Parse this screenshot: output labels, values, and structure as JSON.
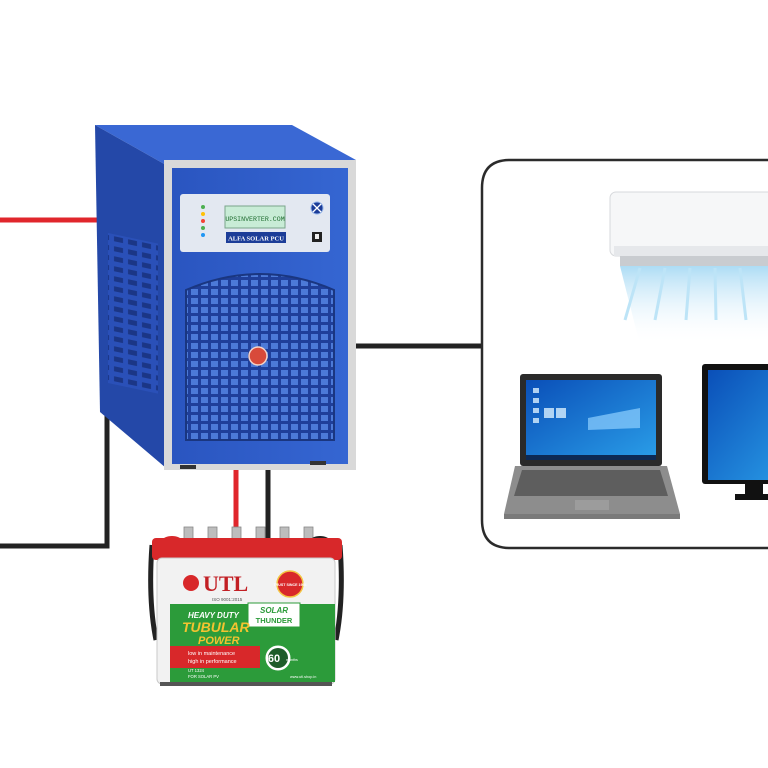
{
  "colors": {
    "wire_red": "#e0262c",
    "wire_black": "#222222",
    "inverter_blue": "#2a55c0",
    "inverter_blue_dark": "#1c3d98",
    "lcd_green": "#c8ecd6",
    "battery_red": "#d8282a",
    "battery_green": "#2c9b3a",
    "battery_body": "#f2f2f2"
  },
  "inverter": {
    "display_text": "UPSINVERTER.COM",
    "model_label": "ALFA SOLAR PCU"
  },
  "battery": {
    "brand": "UTL",
    "brand_subtext": "ISO 9001:2015",
    "badge_text": "TRUST SINCE 1994",
    "series_line1": "SOLAR",
    "series_line2": "THUNDER",
    "heavy_duty": "HEAVY DUTY",
    "tubular": "TUBULAR",
    "power": "POWER",
    "tagline1": "low in maintenance",
    "tagline2": "high in performance",
    "warranty_number": "60",
    "warranty_unit": "months",
    "model_line1": "UT 1324",
    "model_line2": "FOR SOLAR PV",
    "website": "www.utl.shop.in"
  },
  "loads": {
    "icons": [
      "air-conditioner-icon",
      "laptop-icon",
      "desktop-monitor-icon"
    ]
  }
}
